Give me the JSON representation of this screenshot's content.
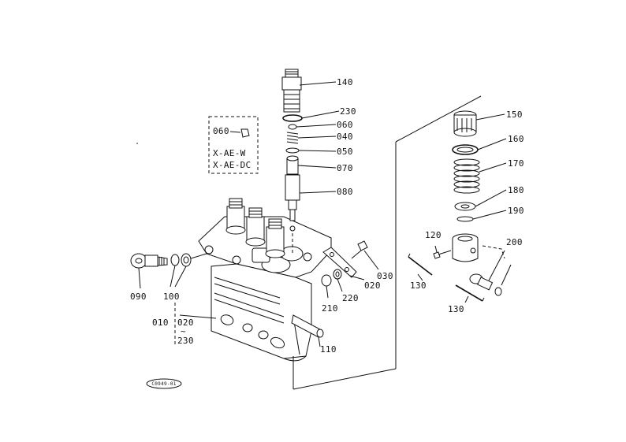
{
  "labels": {
    "p140": "140",
    "p230a": "230",
    "p060a": "060",
    "p040": "040",
    "p050": "050",
    "p070": "070",
    "p080": "080",
    "p150": "150",
    "p160": "160",
    "p170": "170",
    "p180": "180",
    "p190": "190",
    "p200": "200",
    "p120": "120",
    "p130a": "130",
    "p130b": "130",
    "p030": "030",
    "p020a": "020",
    "p210": "210",
    "p220": "220",
    "p110": "110",
    "p090": "090",
    "p100": "100",
    "p010": "010",
    "p020b": "020",
    "tilde": "~",
    "p230b": "230"
  },
  "inset": {
    "part": "060",
    "line1": "X-AE-W",
    "line2": "X-AE-DC"
  },
  "stamp": "C0949-01"
}
